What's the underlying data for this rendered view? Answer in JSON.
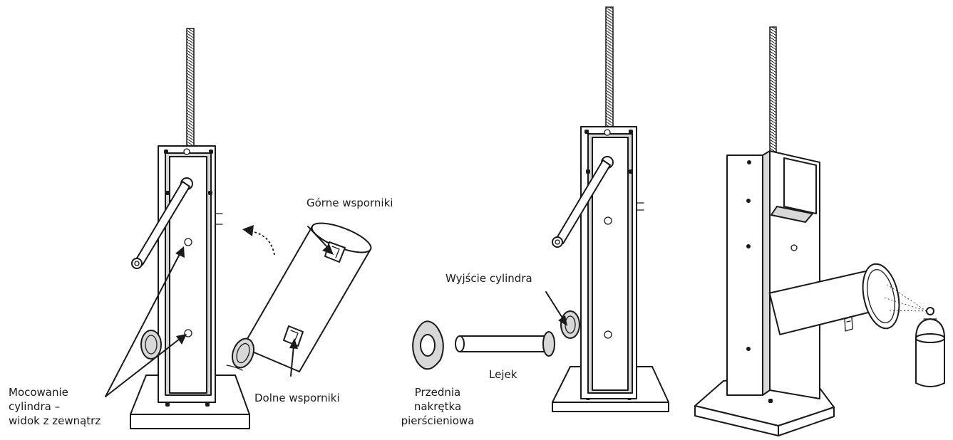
{
  "labels": {
    "gorne_wsporniki": "Górne wsporniki",
    "dolne_wsporniki": "Dolne wsporniki",
    "mocowanie_line1": "Mocowanie",
    "mocowanie_line2": "cylindra –",
    "mocowanie_line3": "widok z zewnątrz",
    "wyjscie_cylindra": "Wyjście cylindra",
    "lejek": "Lejek",
    "nakretka_line1": "Przednia",
    "nakretka_line2": "nakrętka",
    "nakretka_line3": "pierścieniowa"
  },
  "colors": {
    "ink": "#1a1a1a",
    "background": "#ffffff"
  }
}
